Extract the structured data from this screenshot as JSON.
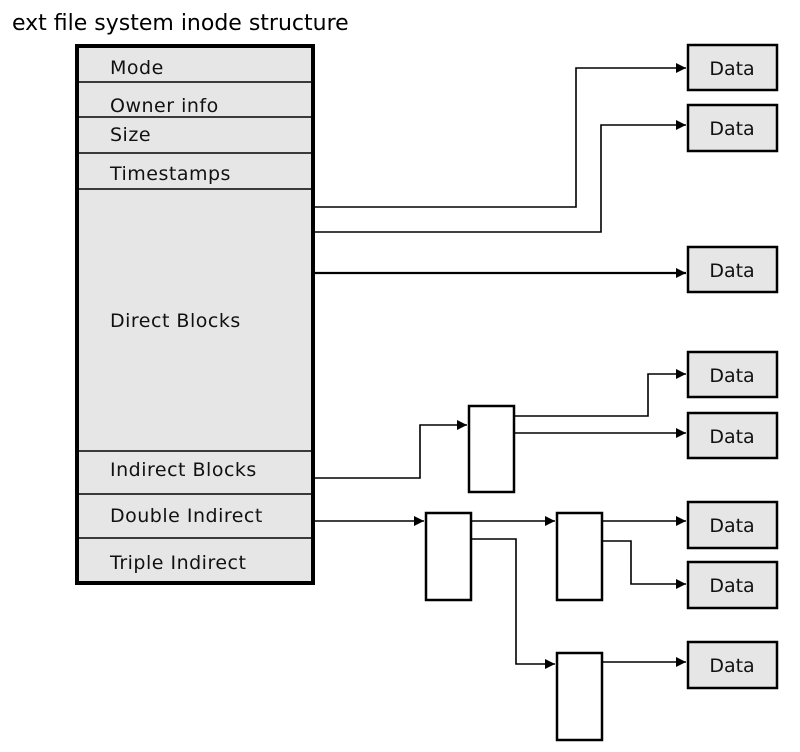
{
  "title": "ext file system inode structure",
  "inode_fields": [
    {
      "id": "mode",
      "label": "Mode"
    },
    {
      "id": "owner",
      "label": "Owner info"
    },
    {
      "id": "size",
      "label": "Size"
    },
    {
      "id": "timestamps",
      "label": "Timestamps"
    },
    {
      "id": "direct",
      "label": "Direct Blocks"
    },
    {
      "id": "indirect",
      "label": "Indirect Blocks"
    },
    {
      "id": "double",
      "label": "Double Indirect"
    },
    {
      "id": "triple",
      "label": "Triple Indirect"
    }
  ],
  "data_label": "Data",
  "colors": {
    "inode_fill": "#e6e6e6",
    "data_fill": "#e6e6e6",
    "pointer_block_fill": "#ffffff",
    "stroke": "#000000"
  }
}
